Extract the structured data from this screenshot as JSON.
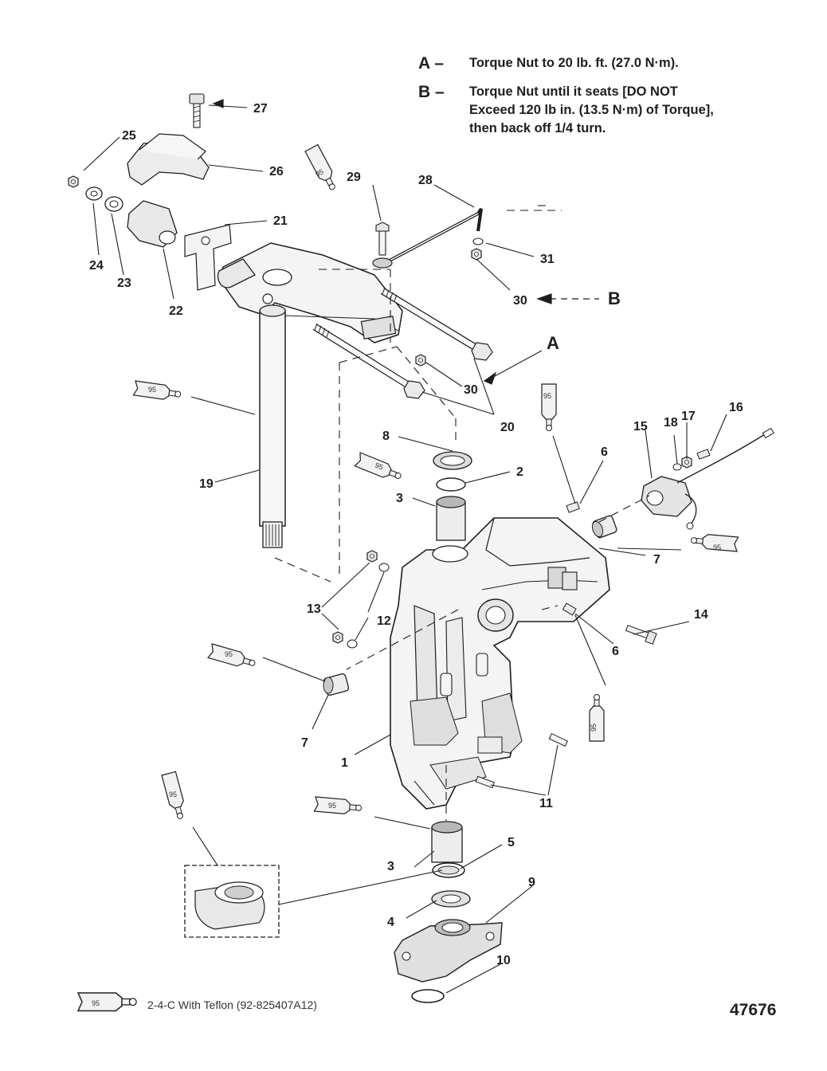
{
  "notes": [
    {
      "key": "A –",
      "text": "Torque Nut to 20 lb. ft. (27.0 N·m)."
    },
    {
      "key": "B –",
      "text": "Torque Nut until it seats [DO NOT\nExceed 120 lb in. (13.5 N·m) of Torque],\nthen back off 1/4 turn."
    }
  ],
  "callouts": [
    "1",
    "2",
    "3",
    "3",
    "4",
    "5",
    "6",
    "6",
    "7",
    "7",
    "8",
    "9",
    "10",
    "11",
    "12",
    "13",
    "14",
    "15",
    "16",
    "17",
    "18",
    "19",
    "20",
    "21",
    "22",
    "23",
    "24",
    "25",
    "26",
    "27",
    "28",
    "29",
    "30",
    "30",
    "31"
  ],
  "markers": {
    "a": "A",
    "b": "B"
  },
  "lubricant_tag": "95",
  "legend": {
    "tag": "95",
    "text": "2-4-C  With Teflon (92-825407A12)"
  },
  "figure_number": "47676",
  "colors": {
    "ink": "#1e1e1e",
    "part_fill": "#f4f4f4",
    "shade": "#c8c8c8",
    "dark": "#555555"
  }
}
